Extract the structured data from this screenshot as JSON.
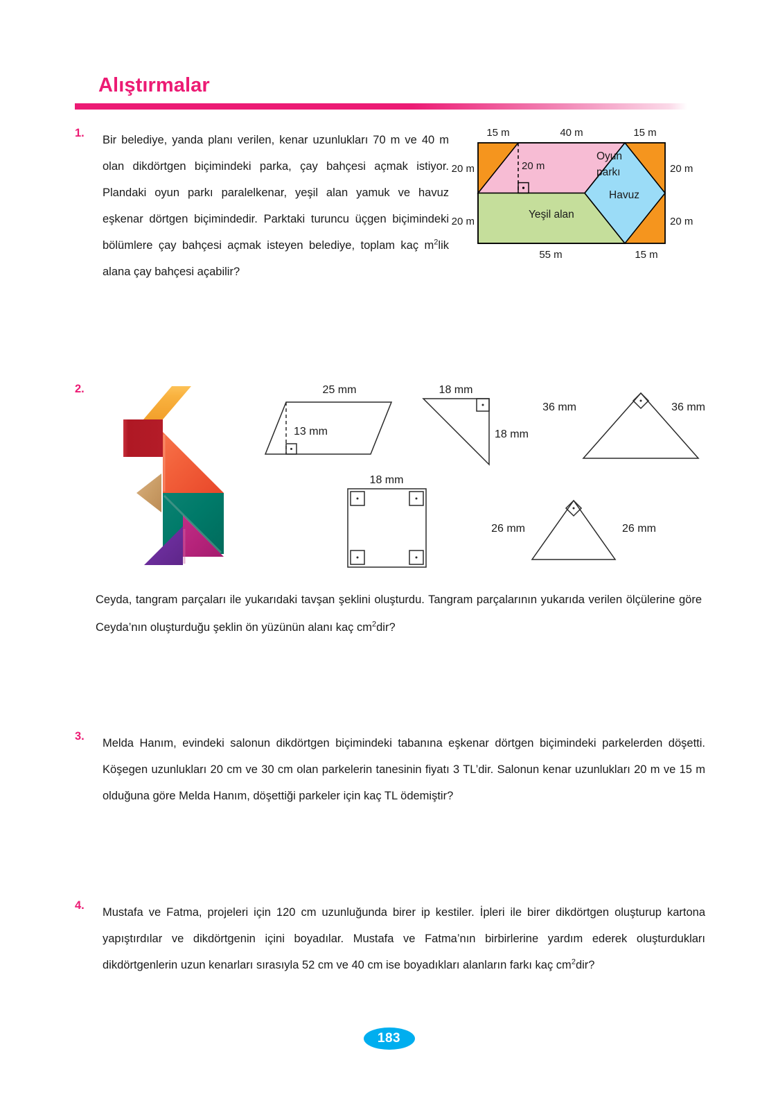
{
  "header": {
    "title": "Alıştırmalar"
  },
  "questions": [
    {
      "number": "1.",
      "text_lines": [
        "Bir belediye, yanda planı verilen, kenar uzunlukları 70 m",
        "ve 40 m olan dikdörtgen biçimindeki parka, çay bahçesi",
        "açmak istiyor. Plandaki oyun parkı paralelkenar, yeşil",
        "alan yamuk ve havuz eşkenar dörtgen biçimindedir.",
        "Parktaki turuncu üçgen biçimindeki bölümlere çay bah-",
        "çesi açmak isteyen belediye, toplam kaç m²lik alana",
        "çay bahçesi açabilir?"
      ],
      "text_pre_sup": "Bir belediye, yanda planı verilen, kenar uzunlukları 70 m ve 40 m olan dikdörtgen biçimindeki parka, çay bahçesi açmak istiyor. Plandaki oyun parkı paralelkenar, yeşil alan yamuk ve havuz eşkenar dörtgen biçimindedir. Parktaki turuncu üçgen biçimindeki bölümlere çay bahçesi açmak isteyen belediye, toplam kaç m",
      "sup": "2",
      "text_post_sup": "lik alana çay bahçesi açabilir?"
    },
    {
      "number": "2.",
      "text_pre_sup": "Ceyda, tangram parçaları ile yukarıdaki tavşan şeklini oluşturdu. Tangram parçalarının yukarıda verilen ölçülerine göre Ceyda’nın oluşturduğu şeklin ön yüzünün alanı kaç cm",
      "sup": "2",
      "text_post_sup": "dir?"
    },
    {
      "number": "3.",
      "text_pre_sup": "Melda Hanım, evindeki salonun dikdörtgen biçimindeki tabanına eşkenar dörtgen biçimindeki parkelerden döşetti. Köşegen uzunlukları 20 cm ve 30 cm olan parkelerin tanesinin fiyatı 3 TL’dir. Salonun kenar uzunlukları 20 m ve 15 m olduğuna göre Melda Hanım, döşettiği parkeler için kaç TL ödemiştir?",
      "sup": "",
      "text_post_sup": ""
    },
    {
      "number": "4.",
      "text_pre_sup": "Mustafa ve Fatma, projeleri için 120 cm uzunluğunda birer ip kestiler. İpleri ile birer dikdörtgen oluşturup kartona yapıştırdılar ve dikdörtgenin içini boyadılar. Mustafa ve Fatma’nın birbirlerine yardım ederek oluşturdukları dikdörtgenlerin uzun kenarları sırasıyla 52 cm ve 40 cm ise boyadıkları alanların farkı kaç cm",
      "sup": "2",
      "text_post_sup": "dir?"
    }
  ],
  "park_figure": {
    "regions": [
      {
        "name": "oyun-parki",
        "label_line1": "Oyun",
        "label_line2": "parkı",
        "color": "#F7BCD4"
      },
      {
        "name": "yesil-alan",
        "label": "Yeşil alan",
        "color": "#C5DE9B"
      },
      {
        "name": "havuz",
        "label": "Havuz",
        "color": "#9BDCF7"
      },
      {
        "name": "cay-bahcesi",
        "label": "",
        "color": "#F5951E"
      }
    ],
    "dimensions": {
      "top_left": "15 m",
      "top_middle": "40 m",
      "top_right": "15 m",
      "left_upper": "20 m",
      "left_lower": "20 m",
      "right_upper": "20 m",
      "right_lower": "20 m",
      "bottom_left": "55 m",
      "bottom_right": "15 m",
      "height_label": "20 m"
    }
  },
  "tangram_shapes": {
    "parallelogram": {
      "base": "25 mm",
      "height": "13 mm"
    },
    "small_triangle": {
      "leg_top": "18 mm",
      "leg_side": "18 mm"
    },
    "large_triangle": {
      "leg_left": "36 mm",
      "leg_right": "36 mm"
    },
    "square": {
      "side": "18 mm"
    },
    "medium_triangle": {
      "leg_left": "26 mm",
      "leg_right": "26 mm"
    }
  },
  "tangram_colors": {
    "orange_parallelogram": "#F5A93B",
    "red_square": "#B8202E",
    "orange_red_triangle": "#F15A35",
    "tan_triangle": "#C99C65",
    "teal_triangle": "#00796B",
    "magenta_triangle": "#B5237A",
    "purple_triangle": "#6B2D9B"
  },
  "footer": {
    "page_number": "183",
    "badge_color": "#00AEEF"
  },
  "theme": {
    "accent_pink": "#ec1b74",
    "text_color": "#1a1a1a"
  }
}
